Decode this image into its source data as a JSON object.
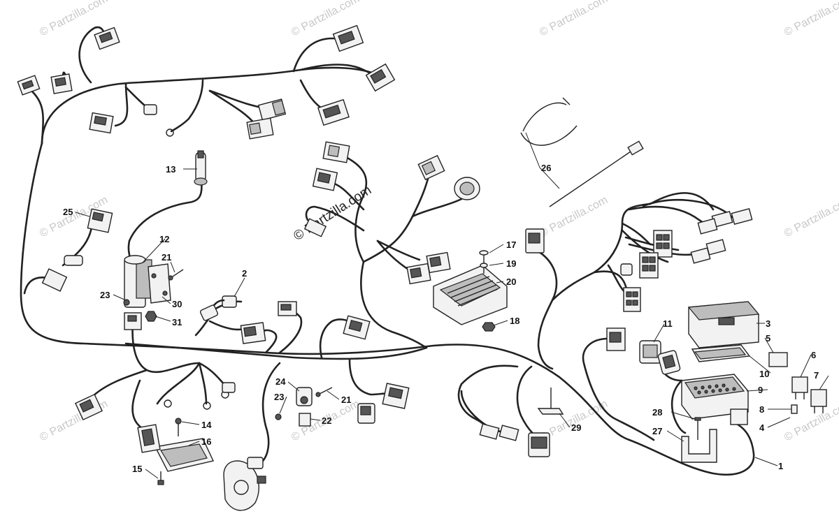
{
  "watermark": {
    "text": "© Partzilla.com",
    "center_text": "© Partzilla.com"
  },
  "callouts": [
    {
      "id": "c1",
      "label": "1"
    },
    {
      "id": "c2",
      "label": "2"
    },
    {
      "id": "c3",
      "label": "3"
    },
    {
      "id": "c4",
      "label": "4"
    },
    {
      "id": "c5",
      "label": "5"
    },
    {
      "id": "c6",
      "label": "6"
    },
    {
      "id": "c7",
      "label": "7"
    },
    {
      "id": "c8",
      "label": "8"
    },
    {
      "id": "c9",
      "label": "9"
    },
    {
      "id": "c10",
      "label": "10"
    },
    {
      "id": "c11",
      "label": "11"
    },
    {
      "id": "c12",
      "label": "12"
    },
    {
      "id": "c13",
      "label": "13"
    },
    {
      "id": "c14",
      "label": "14"
    },
    {
      "id": "c15",
      "label": "15"
    },
    {
      "id": "c16",
      "label": "16"
    },
    {
      "id": "c17",
      "label": "17"
    },
    {
      "id": "c18",
      "label": "18"
    },
    {
      "id": "c19",
      "label": "19"
    },
    {
      "id": "c20",
      "label": "20"
    },
    {
      "id": "c21a",
      "label": "21"
    },
    {
      "id": "c21b",
      "label": "21"
    },
    {
      "id": "c22",
      "label": "22"
    },
    {
      "id": "c23a",
      "label": "23"
    },
    {
      "id": "c23b",
      "label": "23"
    },
    {
      "id": "c24",
      "label": "24"
    },
    {
      "id": "c25",
      "label": "25"
    },
    {
      "id": "c26",
      "label": "26"
    },
    {
      "id": "c27",
      "label": "27"
    },
    {
      "id": "c28",
      "label": "28"
    },
    {
      "id": "c29",
      "label": "29"
    },
    {
      "id": "c30",
      "label": "30"
    },
    {
      "id": "c31",
      "label": "31"
    }
  ]
}
